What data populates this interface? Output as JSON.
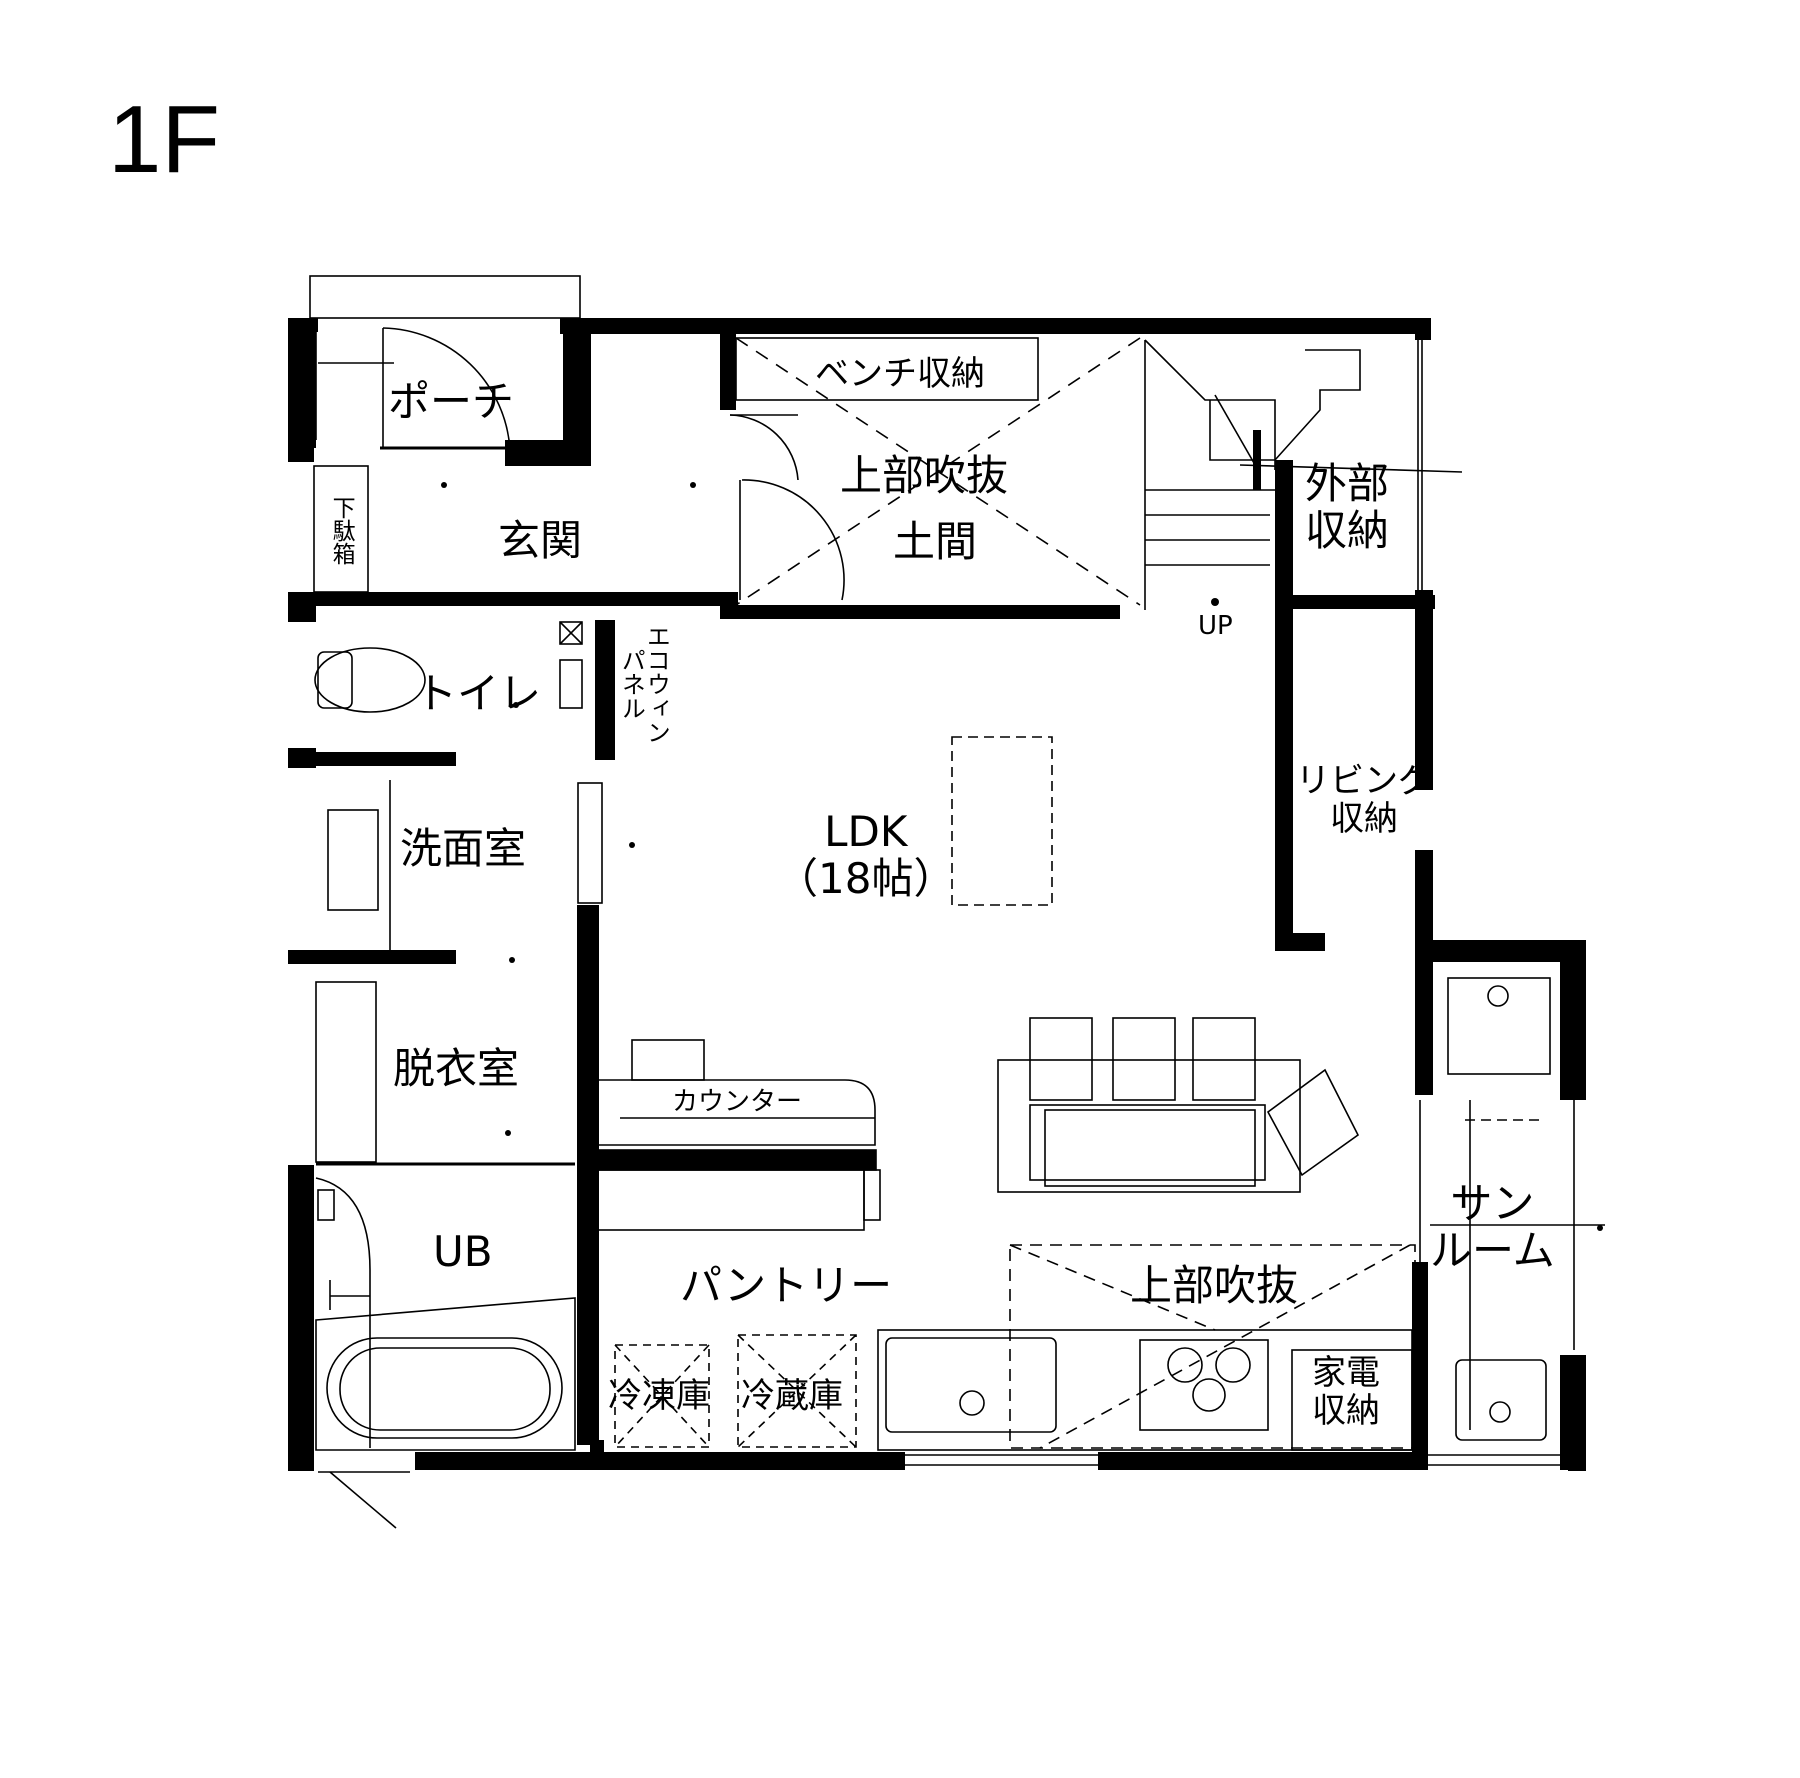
{
  "floor": "1F",
  "rooms": {
    "porch": "ポーチ",
    "entrance": "玄関",
    "shoe_box": "下駄箱",
    "bench_storage": "ベンチ収納",
    "void_top": "上部吹抜",
    "doma": "土間",
    "stairs_up": "UP",
    "exterior_storage": "外部\n収納",
    "toilet": "トイレ",
    "eco_panel": "エコウィン\nパネル",
    "living_storage": "リビング\n収納",
    "washroom": "洗面室",
    "ldk": "LDK\n（18帖）",
    "dressing": "脱衣室",
    "counter": "カウンター",
    "ub": "UB",
    "pantry": "パントリー",
    "void_kitchen": "上部吹抜",
    "freezer": "冷凍庫",
    "fridge": "冷蔵庫",
    "appliance_storage": "家電\n収納",
    "sunroom": "サン\nルーム"
  }
}
